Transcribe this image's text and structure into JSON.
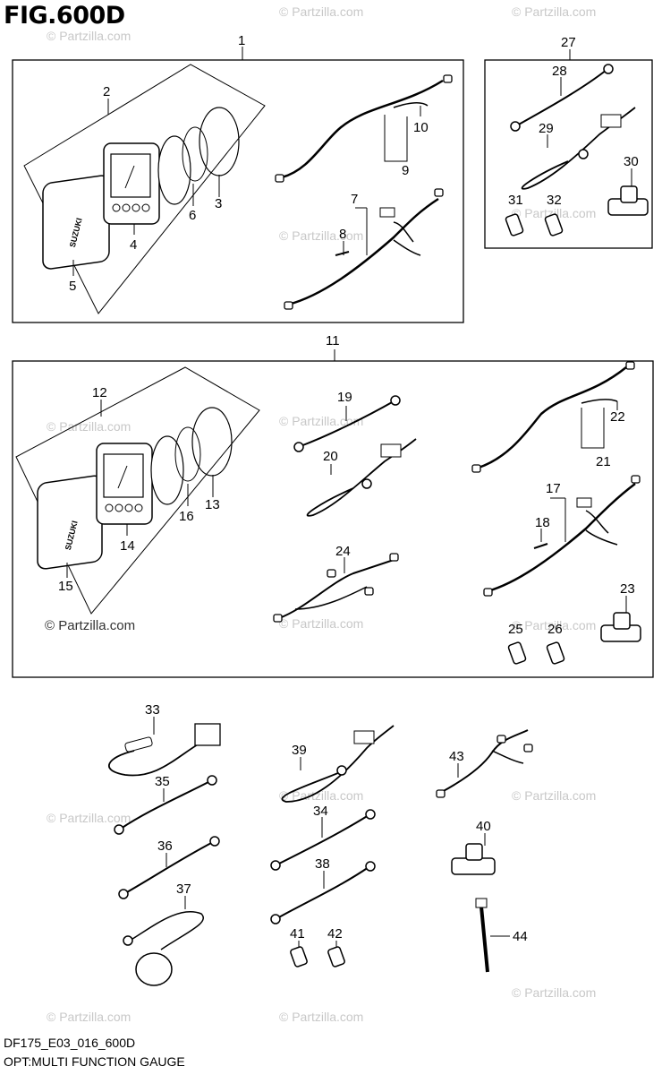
{
  "figure": {
    "title": "FIG.600D",
    "code": "DF175_E03_016_600D",
    "subtitle": "OPT:MULTI FUNCTION GAUGE"
  },
  "watermark": {
    "text": "© Partzilla.com"
  },
  "brand_text": "SUZUKI",
  "callouts": {
    "c1": "1",
    "c2": "2",
    "c3": "3",
    "c4": "4",
    "c5": "5",
    "c6": "6",
    "c7": "7",
    "c8": "8",
    "c9": "9",
    "c10": "10",
    "c11": "11",
    "c12": "12",
    "c13": "13",
    "c14": "14",
    "c15": "15",
    "c16": "16",
    "c17": "17",
    "c18": "18",
    "c19": "19",
    "c20": "20",
    "c21": "21",
    "c22": "22",
    "c23": "23",
    "c24": "24",
    "c25": "25",
    "c26": "26",
    "c27": "27",
    "c28": "28",
    "c29": "29",
    "c30": "30",
    "c31": "31",
    "c32": "32",
    "c33": "33",
    "c34": "34",
    "c35": "35",
    "c36": "36",
    "c37": "37",
    "c38": "38",
    "c39": "39",
    "c40": "40",
    "c41": "41",
    "c42": "42",
    "c43": "43",
    "c44": "44"
  }
}
